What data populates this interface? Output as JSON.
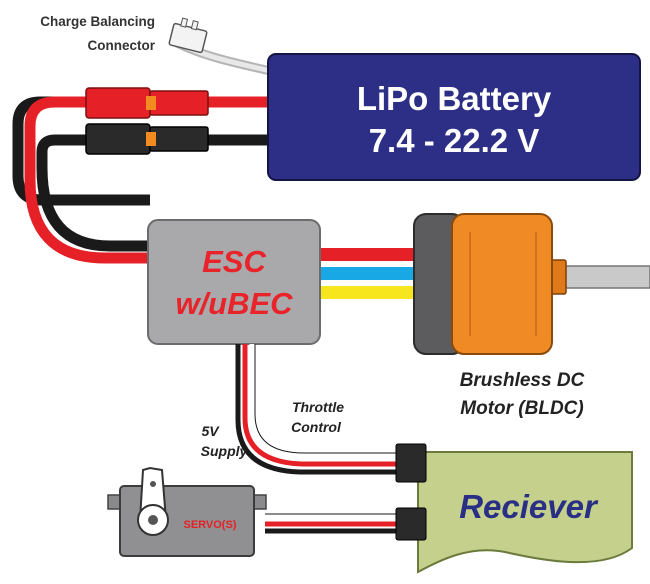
{
  "labels": {
    "charge_line1": "Charge Balancing",
    "charge_line2": "Connector",
    "battery_line1": "LiPo Battery",
    "battery_line2": "7.4 - 22.2 V",
    "esc_line1": "ESC",
    "esc_line2": "w/uBEC",
    "motor_line1": "Brushless DC",
    "motor_line2": "Motor (BLDC)",
    "throttle_line1": "Throttle",
    "throttle_line2": "Control",
    "supply_line1": "5V",
    "supply_line2": "Supply",
    "receiver": "Reciever",
    "servo": "SERVO(S)"
  },
  "colors": {
    "battery_fill": "#2d2f86",
    "esc_fill": "#a9a9ab",
    "esc_text": "#e8232a",
    "motor_orange": "#f08a24",
    "motor_gray": "#5c5c5e",
    "receiver_fill": "#c5d08c",
    "receiver_text": "#2a2f86",
    "wire_red": "#e52127",
    "wire_black": "#1a1a1a",
    "wire_blue": "#19a8e6",
    "wire_yellow": "#f7e51e"
  }
}
